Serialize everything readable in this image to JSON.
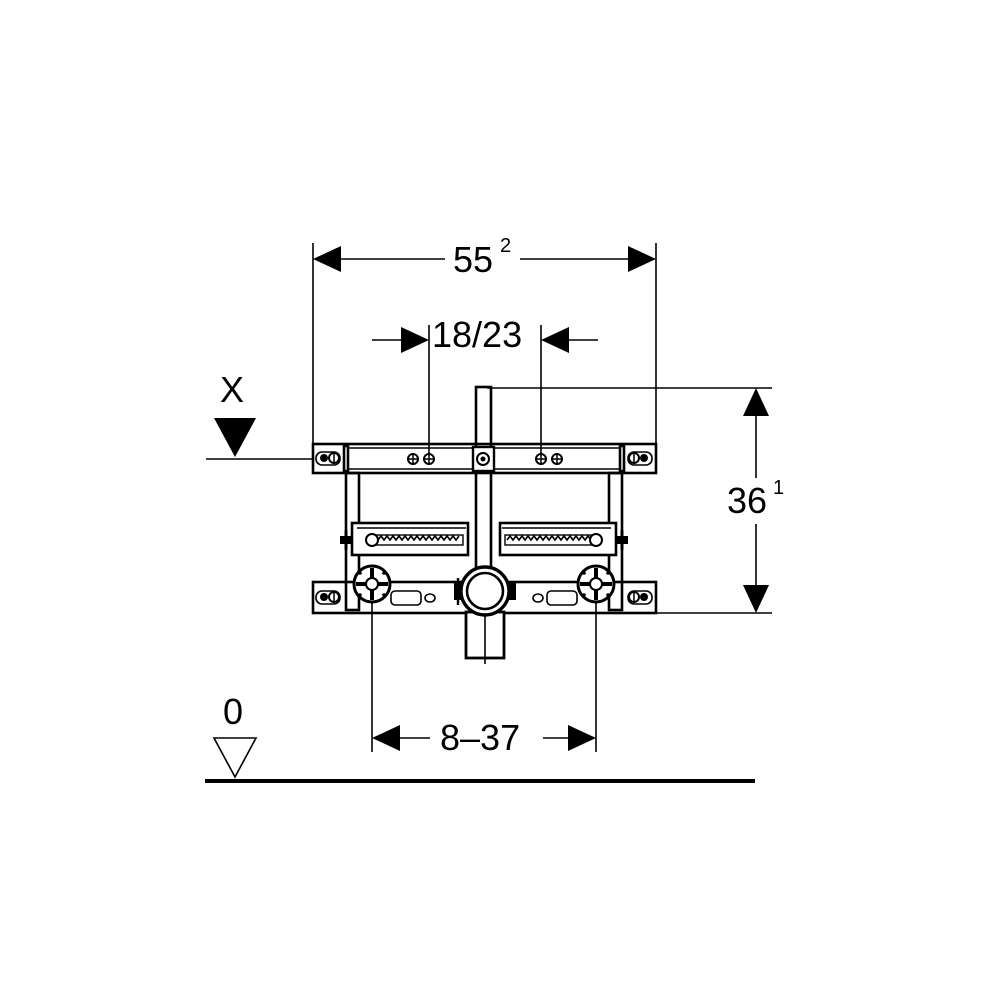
{
  "labels": {
    "width_main": "55",
    "width_sup": "2",
    "axis_spacing": "18/23",
    "height_main": "36",
    "height_sup": "1",
    "connection_range": "8–37",
    "reference_x": "X",
    "floor_level": "0"
  },
  "colors": {
    "line": "#000000",
    "background": "#ffffff"
  }
}
